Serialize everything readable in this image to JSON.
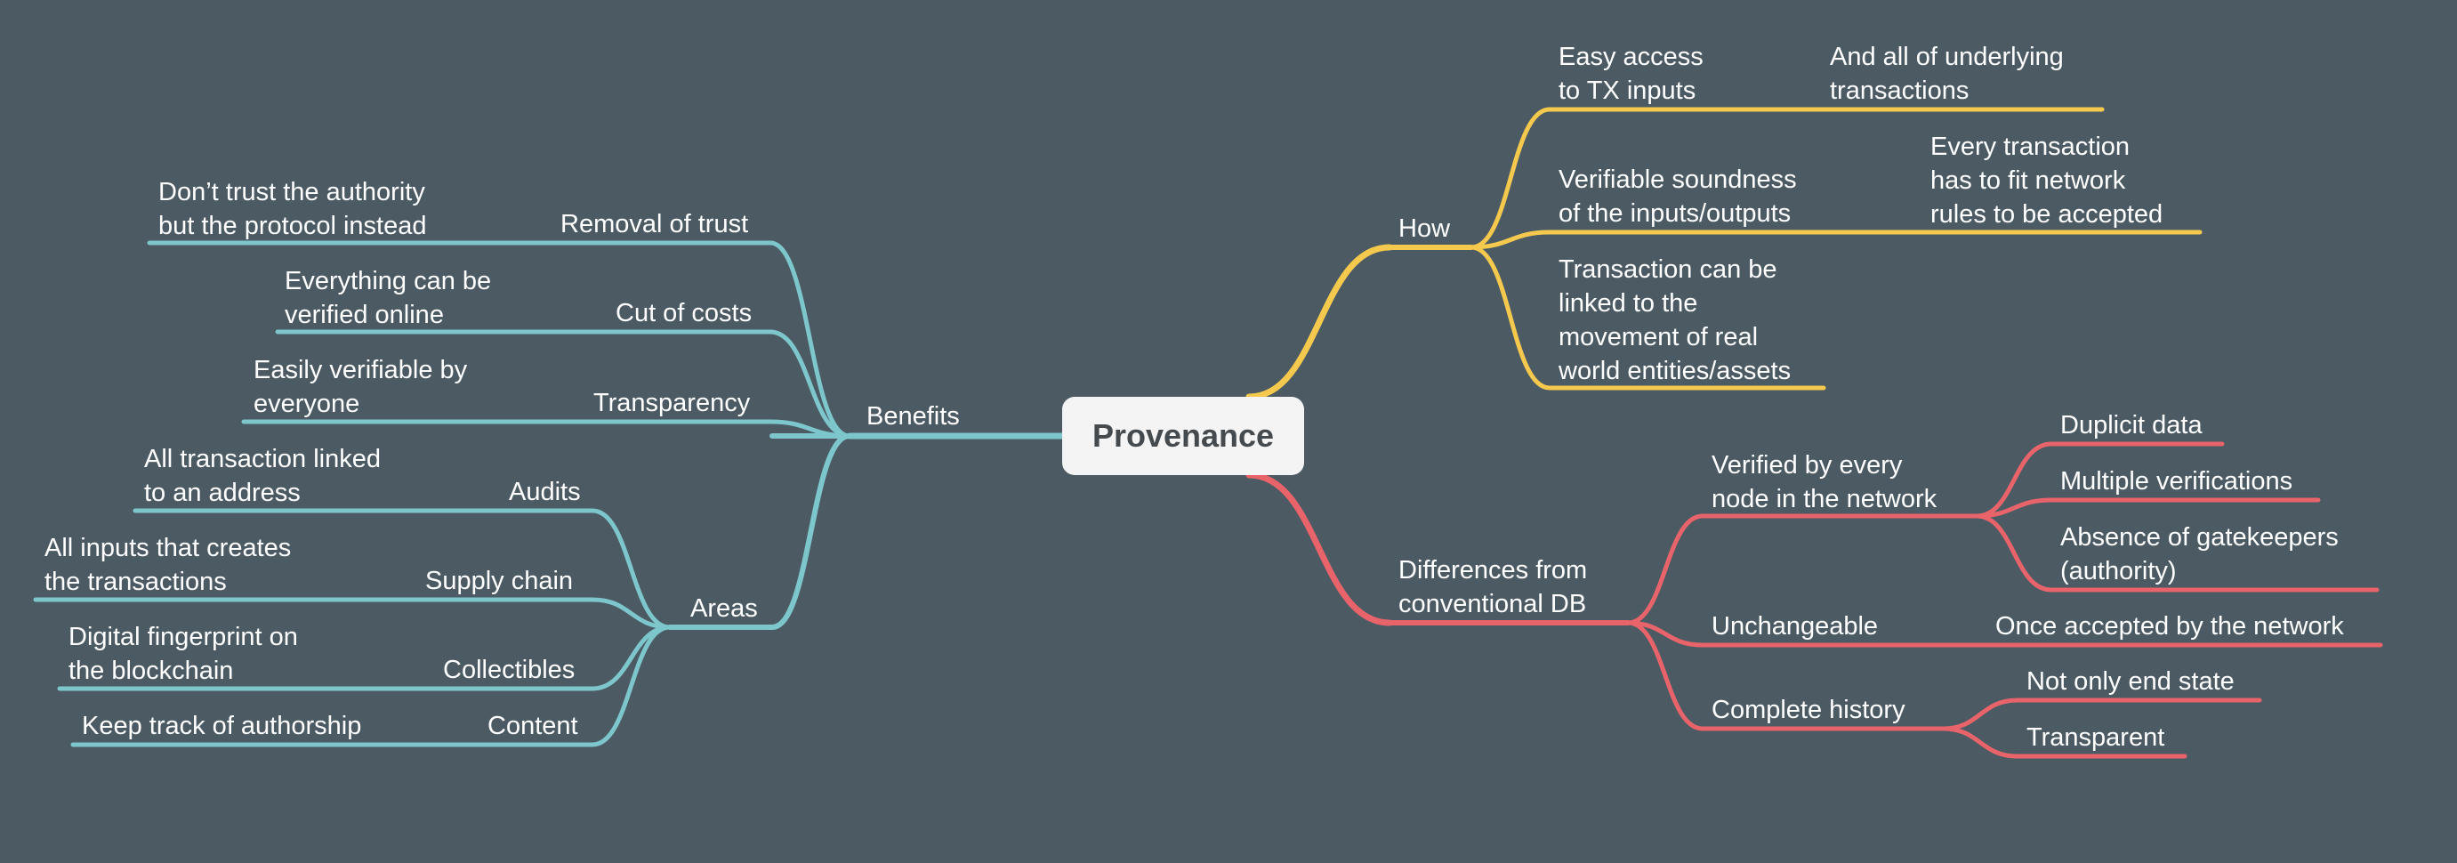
{
  "colors": {
    "background": "#4b5a63",
    "benefits_branch": "#7cc6cc",
    "how_branch": "#f5c94e",
    "differences_branch": "#e8646a",
    "root_fill": "#f4f4f4",
    "root_text": "#444a4e",
    "label_text": "#ffffff"
  },
  "root": {
    "label": "Provenance"
  },
  "branches": {
    "benefits": {
      "label": "Benefits",
      "children": [
        {
          "label": "Removal of trust",
          "detail": "Don’t trust the authority\nbut the protocol instead"
        },
        {
          "label": "Cut of costs",
          "detail": "Everything can be\nverified online"
        },
        {
          "label": "Transparency",
          "detail": "Easily verifiable by\neveryone"
        }
      ]
    },
    "areas": {
      "label": "Areas",
      "children": [
        {
          "label": "Audits",
          "detail": "All transaction linked\nto an address"
        },
        {
          "label": "Supply chain",
          "detail": "All inputs that creates\nthe transactions"
        },
        {
          "label": "Collectibles",
          "detail": "Digital fingerprint on\nthe blockchain"
        },
        {
          "label": "Content",
          "detail": "Keep track of authorship"
        }
      ]
    },
    "how": {
      "label": "How",
      "children": [
        {
          "label": "Easy access\nto TX inputs",
          "detail": "And all of underlying\ntransactions"
        },
        {
          "label": "Verifiable soundness\nof the inputs/outputs",
          "detail": "Every transaction\nhas to fit network\nrules to be accepted"
        },
        {
          "label": "Transaction can be\nlinked to the\nmovement of real\nworld entities/assets"
        }
      ]
    },
    "differences": {
      "label": "Differences from\nconventional DB",
      "children": [
        {
          "label": "Verified by every\nnode in the network",
          "details": [
            "Duplicit data",
            "Multiple verifications",
            "Absence of gatekeepers\n(authority)"
          ]
        },
        {
          "label": "Unchangeable",
          "details": [
            "Once accepted by the network"
          ]
        },
        {
          "label": "Complete history",
          "details": [
            "Not only end state",
            "Transparent"
          ]
        }
      ]
    }
  }
}
